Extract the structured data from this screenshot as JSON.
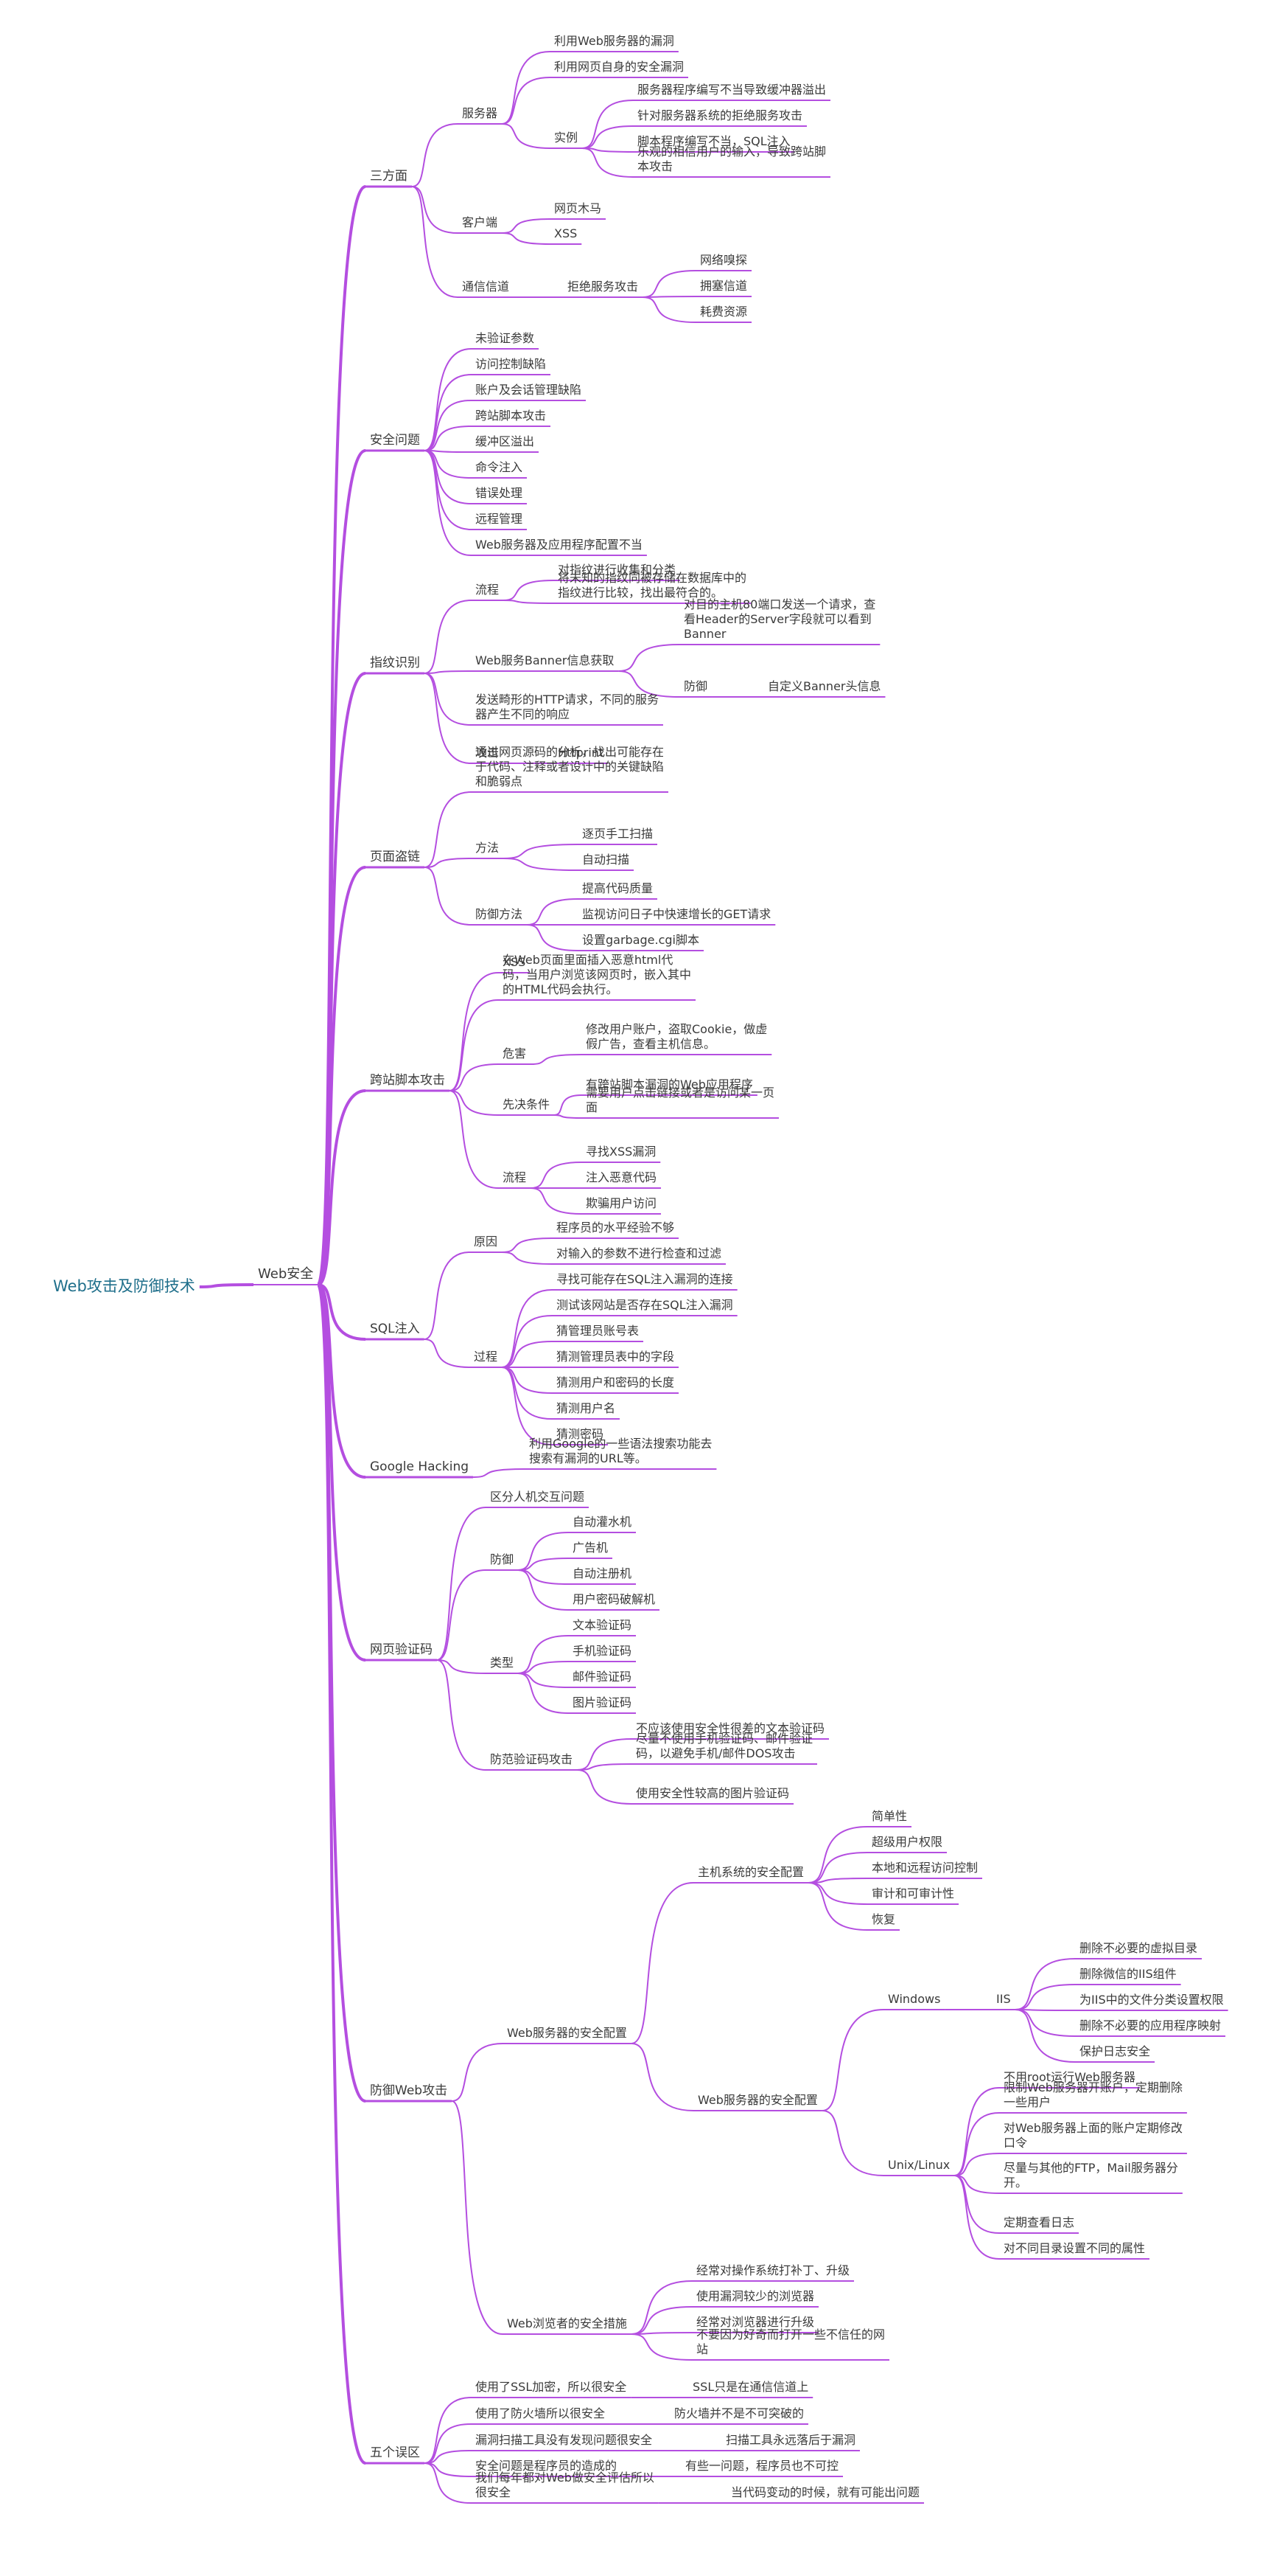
{
  "root": "Web攻击及防御技术",
  "accent": "#b44ee0",
  "nodes": [
    {
      "id": "web",
      "text": "Web安全",
      "parent": "root"
    },
    {
      "id": "sf",
      "text": "三方面",
      "parent": "web"
    },
    {
      "id": "sf_srv",
      "text": "服务器",
      "parent": "sf"
    },
    {
      "id": "sf_srv1",
      "text": "利用Web服务器的漏洞",
      "parent": "sf_srv"
    },
    {
      "id": "sf_srv2",
      "text": "利用网页自身的安全漏洞",
      "parent": "sf_srv"
    },
    {
      "id": "sf_srv3",
      "text": "实例",
      "parent": "sf_srv"
    },
    {
      "id": "sf_ex1",
      "text": "服务器程序编写不当导致缓冲器溢出",
      "parent": "sf_srv3"
    },
    {
      "id": "sf_ex2",
      "text": "针对服务器系统的拒绝服务攻击",
      "parent": "sf_srv3"
    },
    {
      "id": "sf_ex3",
      "text": "脚本程序编写不当，SQL注入",
      "parent": "sf_srv3"
    },
    {
      "id": "sf_ex4",
      "text": "乐观的相信用户的输入，导致跨站脚\n本攻击",
      "parent": "sf_srv3"
    },
    {
      "id": "sf_cli",
      "text": "客户端",
      "parent": "sf"
    },
    {
      "id": "sf_cli1",
      "text": "网页木马",
      "parent": "sf_cli"
    },
    {
      "id": "sf_cli2",
      "text": "XSS",
      "parent": "sf_cli"
    },
    {
      "id": "sf_ch",
      "text": "通信信道",
      "parent": "sf"
    },
    {
      "id": "sf_ch1",
      "text": "拒绝服务攻击",
      "parent": "sf_ch"
    },
    {
      "id": "sf_d1",
      "text": "网络嗅探",
      "parent": "sf_ch1"
    },
    {
      "id": "sf_d2",
      "text": "拥塞信道",
      "parent": "sf_ch1"
    },
    {
      "id": "sf_d3",
      "text": "耗费资源",
      "parent": "sf_ch1"
    },
    {
      "id": "aq",
      "text": "安全问题",
      "parent": "web"
    },
    {
      "id": "aq1",
      "text": "未验证参数",
      "parent": "aq"
    },
    {
      "id": "aq2",
      "text": "访问控制缺陷",
      "parent": "aq"
    },
    {
      "id": "aq3",
      "text": "账户及会话管理缺陷",
      "parent": "aq"
    },
    {
      "id": "aq4",
      "text": "跨站脚本攻击",
      "parent": "aq"
    },
    {
      "id": "aq5",
      "text": "缓冲区溢出",
      "parent": "aq"
    },
    {
      "id": "aq6",
      "text": "命令注入",
      "parent": "aq"
    },
    {
      "id": "aq7",
      "text": "错误处理",
      "parent": "aq"
    },
    {
      "id": "aq8",
      "text": "远程管理",
      "parent": "aq"
    },
    {
      "id": "aq9",
      "text": "Web服务器及应用程序配置不当",
      "parent": "aq"
    },
    {
      "id": "zw",
      "text": "指纹识别",
      "parent": "web"
    },
    {
      "id": "zw_lc",
      "text": "流程",
      "parent": "zw"
    },
    {
      "id": "zw_lc1",
      "text": "对指纹进行收集和分类",
      "parent": "zw_lc"
    },
    {
      "id": "zw_lc2",
      "text": "将未知的指纹同被存储在数据库中的\n指纹进行比较，找出最符合的。",
      "parent": "zw_lc"
    },
    {
      "id": "zw_bn",
      "text": "Web服务Banner信息获取",
      "parent": "zw"
    },
    {
      "id": "zw_bn1",
      "text": "对目的主机80端口发送一个请求，查\n看Header的Server字段就可以看到\nBanner",
      "parent": "zw_bn"
    },
    {
      "id": "zw_bn2",
      "text": "防御",
      "parent": "zw_bn"
    },
    {
      "id": "zw_bn3",
      "text": "自定义Banner头信息",
      "parent": "zw_bn2"
    },
    {
      "id": "zw_http",
      "text": "发送畸形的HTTP请求，不同的服务\n器产生不同的响应",
      "parent": "zw"
    },
    {
      "id": "zw_gj",
      "text": "攻击",
      "parent": "zw"
    },
    {
      "id": "zw_gj1",
      "text": "Httprint",
      "parent": "zw_gj"
    },
    {
      "id": "ym",
      "text": "页面盗链",
      "parent": "web"
    },
    {
      "id": "ym1",
      "text": "通过网页源码的分析，找出可能存在\n于代码、注释或者设计中的关键缺陷\n和脆弱点",
      "parent": "ym"
    },
    {
      "id": "ym_ff",
      "text": "方法",
      "parent": "ym"
    },
    {
      "id": "ym_ff1",
      "text": "逐页手工扫描",
      "parent": "ym_ff"
    },
    {
      "id": "ym_ff2",
      "text": "自动扫描",
      "parent": "ym_ff"
    },
    {
      "id": "ym_fy",
      "text": "防御方法",
      "parent": "ym"
    },
    {
      "id": "ym_fy1",
      "text": "提高代码质量",
      "parent": "ym_fy"
    },
    {
      "id": "ym_fy2",
      "text": "监视访问日子中快速增长的GET请求",
      "parent": "ym_fy"
    },
    {
      "id": "ym_fy3",
      "text": "设置garbage.cgi脚本",
      "parent": "ym_fy"
    },
    {
      "id": "kz",
      "text": "跨站脚本攻击",
      "parent": "web"
    },
    {
      "id": "kz1",
      "text": "XSS",
      "parent": "kz"
    },
    {
      "id": "kz2",
      "text": "在Web页面里面插入恶意html代\n码，当用户浏览该网页时，嵌入其中\n的HTML代码会执行。",
      "parent": "kz"
    },
    {
      "id": "kz_wh",
      "text": "危害",
      "parent": "kz"
    },
    {
      "id": "kz_wh1",
      "text": "修改用户账户，盗取Cookie，做虚\n假广告，查看主机信息。",
      "parent": "kz_wh"
    },
    {
      "id": "kz_xj",
      "text": "先决条件",
      "parent": "kz"
    },
    {
      "id": "kz_xj1",
      "text": "有跨站脚本漏洞的Web应用程序",
      "parent": "kz_xj"
    },
    {
      "id": "kz_xj2",
      "text": "需要用户点击链接或者是访问某一页\n面",
      "parent": "kz_xj"
    },
    {
      "id": "kz_lc",
      "text": "流程",
      "parent": "kz"
    },
    {
      "id": "kz_lc1",
      "text": "寻找XSS漏洞",
      "parent": "kz_lc"
    },
    {
      "id": "kz_lc2",
      "text": "注入恶意代码",
      "parent": "kz_lc"
    },
    {
      "id": "kz_lc3",
      "text": "欺骗用户访问",
      "parent": "kz_lc"
    },
    {
      "id": "sq",
      "text": "SQL注入",
      "parent": "web"
    },
    {
      "id": "sq_yy",
      "text": "原因",
      "parent": "sq"
    },
    {
      "id": "sq_yy1",
      "text": "程序员的水平经验不够",
      "parent": "sq_yy"
    },
    {
      "id": "sq_yy2",
      "text": "对输入的参数不进行检查和过滤",
      "parent": "sq_yy"
    },
    {
      "id": "sq_gc",
      "text": "过程",
      "parent": "sq"
    },
    {
      "id": "sq_gc1",
      "text": "寻找可能存在SQL注入漏洞的连接",
      "parent": "sq_gc"
    },
    {
      "id": "sq_gc2",
      "text": "测试该网站是否存在SQL注入漏洞",
      "parent": "sq_gc"
    },
    {
      "id": "sq_gc3",
      "text": "猜管理员账号表",
      "parent": "sq_gc"
    },
    {
      "id": "sq_gc4",
      "text": "猜测管理员表中的字段",
      "parent": "sq_gc"
    },
    {
      "id": "sq_gc5",
      "text": "猜测用户和密码的长度",
      "parent": "sq_gc"
    },
    {
      "id": "sq_gc6",
      "text": "猜测用户名",
      "parent": "sq_gc"
    },
    {
      "id": "sq_gc7",
      "text": "猜测密码",
      "parent": "sq_gc"
    },
    {
      "id": "gh",
      "text": "Google Hacking",
      "parent": "web"
    },
    {
      "id": "gh1",
      "text": "利用Google的一些语法搜索功能去\n搜索有漏洞的URL等。",
      "parent": "gh"
    },
    {
      "id": "yz",
      "text": "网页验证码",
      "parent": "web"
    },
    {
      "id": "yz1",
      "text": "区分人机交互问题",
      "parent": "yz"
    },
    {
      "id": "yz_fy",
      "text": "防御",
      "parent": "yz"
    },
    {
      "id": "yz_fy1",
      "text": "自动灌水机",
      "parent": "yz_fy"
    },
    {
      "id": "yz_fy2",
      "text": "广告机",
      "parent": "yz_fy"
    },
    {
      "id": "yz_fy3",
      "text": "自动注册机",
      "parent": "yz_fy"
    },
    {
      "id": "yz_fy4",
      "text": "用户密码破解机",
      "parent": "yz_fy"
    },
    {
      "id": "yz_lx",
      "text": "类型",
      "parent": "yz"
    },
    {
      "id": "yz_lx1",
      "text": "文本验证码",
      "parent": "yz_lx"
    },
    {
      "id": "yz_lx2",
      "text": "手机验证码",
      "parent": "yz_lx"
    },
    {
      "id": "yz_lx3",
      "text": "邮件验证码",
      "parent": "yz_lx"
    },
    {
      "id": "yz_lx4",
      "text": "图片验证码",
      "parent": "yz_lx"
    },
    {
      "id": "yz_ff",
      "text": "防范验证码攻击",
      "parent": "yz"
    },
    {
      "id": "yz_ff1",
      "text": "不应该使用安全性很差的文本验证码",
      "parent": "yz_ff"
    },
    {
      "id": "yz_ff2",
      "text": "尽量不使用手机验证码、邮件验证\n码，以避免手机/邮件DOS攻击",
      "parent": "yz_ff"
    },
    {
      "id": "yz_ff3",
      "text": "使用安全性较高的图片验证码",
      "parent": "yz_ff"
    },
    {
      "id": "fy",
      "text": "防御Web攻击",
      "parent": "web"
    },
    {
      "id": "fy_srv",
      "text": "Web服务器的安全配置",
      "parent": "fy"
    },
    {
      "id": "fy_host",
      "text": "主机系统的安全配置",
      "parent": "fy_srv"
    },
    {
      "id": "fy_host1",
      "text": "简单性",
      "parent": "fy_host"
    },
    {
      "id": "fy_host2",
      "text": "超级用户权限",
      "parent": "fy_host"
    },
    {
      "id": "fy_host3",
      "text": "本地和远程访问控制",
      "parent": "fy_host"
    },
    {
      "id": "fy_host4",
      "text": "审计和可审计性",
      "parent": "fy_host"
    },
    {
      "id": "fy_host5",
      "text": "恢复",
      "parent": "fy_host"
    },
    {
      "id": "fy_ws",
      "text": "Web服务器的安全配置",
      "parent": "fy_srv"
    },
    {
      "id": "fy_win",
      "text": "Windows",
      "parent": "fy_ws"
    },
    {
      "id": "fy_iis",
      "text": "IIS",
      "parent": "fy_win"
    },
    {
      "id": "fy_iis1",
      "text": "删除不必要的虚拟目录",
      "parent": "fy_iis"
    },
    {
      "id": "fy_iis2",
      "text": "删除微信的IIS组件",
      "parent": "fy_iis"
    },
    {
      "id": "fy_iis3",
      "text": "为IIS中的文件分类设置权限",
      "parent": "fy_iis"
    },
    {
      "id": "fy_iis4",
      "text": "删除不必要的应用程序映射",
      "parent": "fy_iis"
    },
    {
      "id": "fy_iis5",
      "text": "保护日志安全",
      "parent": "fy_iis"
    },
    {
      "id": "fy_unix",
      "text": "Unix/Linux",
      "parent": "fy_ws"
    },
    {
      "id": "fy_u1",
      "text": "不用root运行Web服务器",
      "parent": "fy_unix"
    },
    {
      "id": "fy_u2",
      "text": "限制Web服务器开账户，定期删除\n一些用户",
      "parent": "fy_unix"
    },
    {
      "id": "fy_u3",
      "text": "对Web服务器上面的账户定期修改\n口令",
      "parent": "fy_unix"
    },
    {
      "id": "fy_u4",
      "text": "尽量与其他的FTP，Mail服务器分\n开。",
      "parent": "fy_unix"
    },
    {
      "id": "fy_u5",
      "text": "定期查看日志",
      "parent": "fy_unix"
    },
    {
      "id": "fy_u6",
      "text": "对不同目录设置不同的属性",
      "parent": "fy_unix"
    },
    {
      "id": "fy_br",
      "text": "Web浏览者的安全措施",
      "parent": "fy"
    },
    {
      "id": "fy_br1",
      "text": "经常对操作系统打补丁、升级",
      "parent": "fy_br"
    },
    {
      "id": "fy_br2",
      "text": "使用漏洞较少的浏览器",
      "parent": "fy_br"
    },
    {
      "id": "fy_br3",
      "text": "经常对浏览器进行升级",
      "parent": "fy_br"
    },
    {
      "id": "fy_br4",
      "text": "不要因为好奇而打开一些不信任的网\n站",
      "parent": "fy_br"
    },
    {
      "id": "wq",
      "text": "五个误区",
      "parent": "web"
    },
    {
      "id": "wq1",
      "text": "使用了SSL加密，所以很安全",
      "parent": "wq"
    },
    {
      "id": "wq1a",
      "text": "SSL只是在通信信道上",
      "parent": "wq1"
    },
    {
      "id": "wq2",
      "text": "使用了防火墙所以很安全",
      "parent": "wq"
    },
    {
      "id": "wq2a",
      "text": "防火墙并不是不可突破的",
      "parent": "wq2"
    },
    {
      "id": "wq3",
      "text": "漏洞扫描工具没有发现问题很安全",
      "parent": "wq"
    },
    {
      "id": "wq3a",
      "text": "扫描工具永远落后于漏洞",
      "parent": "wq3"
    },
    {
      "id": "wq4",
      "text": "安全问题是程序员的造成的",
      "parent": "wq"
    },
    {
      "id": "wq4a",
      "text": "有些一问题，程序员也不可控",
      "parent": "wq4"
    },
    {
      "id": "wq5",
      "text": "我们每年都对Web做安全评估所以\n很安全",
      "parent": "wq"
    },
    {
      "id": "wq5a",
      "text": "当代码变动的时候，就有可能出问题",
      "parent": "wq5"
    }
  ]
}
